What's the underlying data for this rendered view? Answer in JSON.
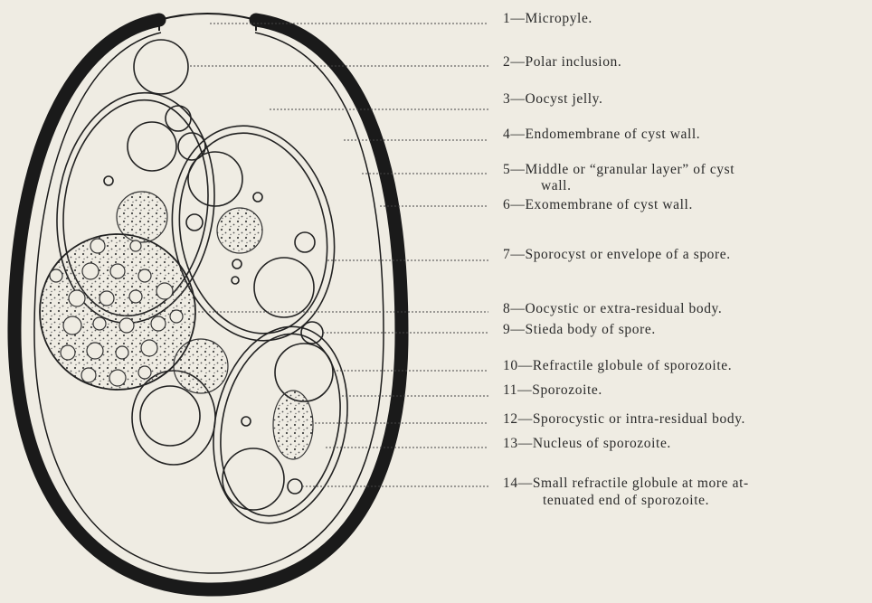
{
  "labels": [
    {
      "n": "1",
      "text": "Micropyle."
    },
    {
      "n": "2",
      "text": "Polar inclusion."
    },
    {
      "n": "3",
      "text": "Oocyst jelly."
    },
    {
      "n": "4",
      "text": "Endomembrane of cyst wall."
    },
    {
      "n": "5",
      "text": "Middle or “granular layer” of cyst",
      "text2": "wall."
    },
    {
      "n": "6",
      "text": "Exomembrane of cyst wall."
    },
    {
      "n": "7",
      "text": "Sporocyst or envelope of a spore."
    },
    {
      "n": "8",
      "text": "Oocystic or extra-residual body."
    },
    {
      "n": "9",
      "text": "Stieda body of spore."
    },
    {
      "n": "10",
      "text": "Refractile globule of sporozoite."
    },
    {
      "n": "11",
      "text": "Sporozoite."
    },
    {
      "n": "12",
      "text": "Sporocystic or intra-residual body."
    },
    {
      "n": "13",
      "text": "Nucleus of sporozoite."
    },
    {
      "n": "14",
      "text": "Small refractile globule at more at-",
      "text2": "tenuated end of sporozoite."
    }
  ],
  "colors": {
    "paper": "#efece3",
    "ink": "#1e1e1e"
  }
}
